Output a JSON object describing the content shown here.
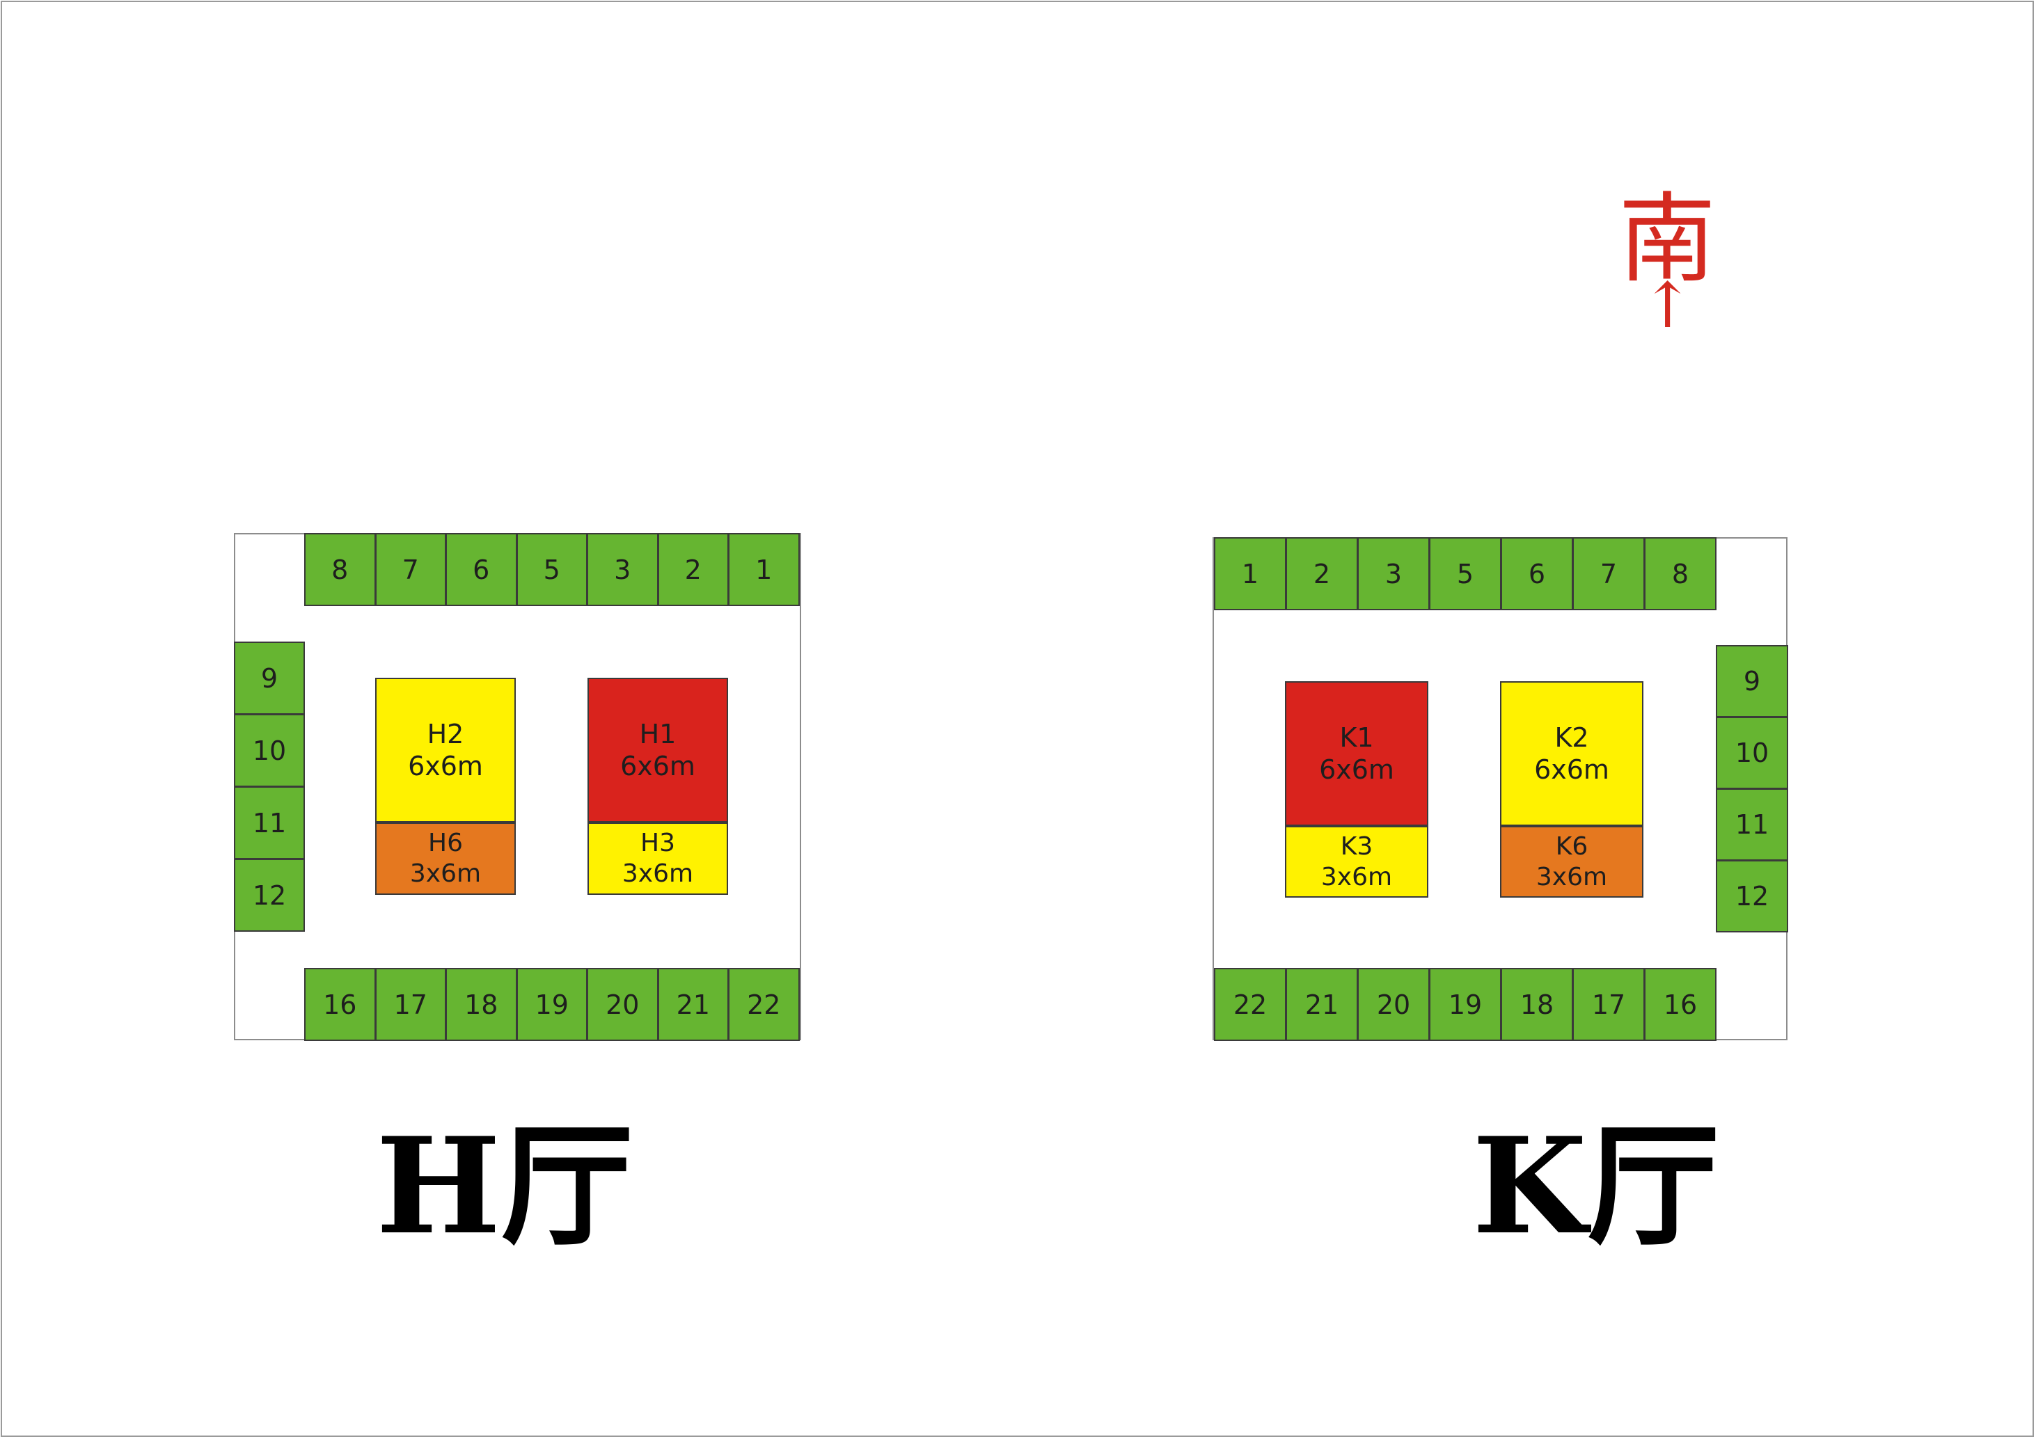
{
  "colors": {
    "booth": "#66b531",
    "red": "#d9231d",
    "yellow": "#fff200",
    "orange": "#e5781f",
    "compass": "#d42a20"
  },
  "compass": {
    "label": "南",
    "arrow": "↑"
  },
  "halls": [
    {
      "id": "H",
      "title": "H厅",
      "top_row": [
        "8",
        "7",
        "6",
        "5",
        "3",
        "2",
        "1"
      ],
      "side_column": [
        "9",
        "10",
        "11",
        "12"
      ],
      "bottom_row": [
        "16",
        "17",
        "18",
        "19",
        "20",
        "21",
        "22"
      ],
      "islands": [
        {
          "name": "H2",
          "size": "6x6m",
          "color": "yellow"
        },
        {
          "name": "H1",
          "size": "6x6m",
          "color": "red"
        },
        {
          "name": "H6",
          "size": "3x6m",
          "color": "orange"
        },
        {
          "name": "H3",
          "size": "3x6m",
          "color": "yellow"
        }
      ]
    },
    {
      "id": "K",
      "title": "K厅",
      "top_row": [
        "1",
        "2",
        "3",
        "5",
        "6",
        "7",
        "8"
      ],
      "side_column": [
        "9",
        "10",
        "11",
        "12"
      ],
      "bottom_row": [
        "22",
        "21",
        "20",
        "19",
        "18",
        "17",
        "16"
      ],
      "islands": [
        {
          "name": "K1",
          "size": "6x6m",
          "color": "red"
        },
        {
          "name": "K2",
          "size": "6x6m",
          "color": "yellow"
        },
        {
          "name": "K3",
          "size": "3x6m",
          "color": "yellow"
        },
        {
          "name": "K6",
          "size": "3x6m",
          "color": "orange"
        }
      ]
    }
  ]
}
